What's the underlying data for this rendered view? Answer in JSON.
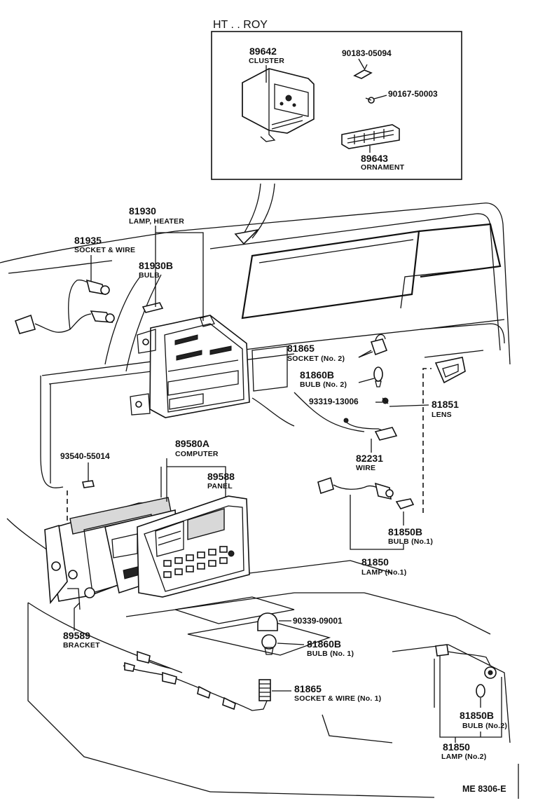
{
  "header": {
    "variant": "HT . . ROY"
  },
  "footer": {
    "code": "ME  8306-E"
  },
  "inset_parts": [
    {
      "number": "89642",
      "name": "CLUSTER"
    },
    {
      "number": "90183-05094",
      "name": ""
    },
    {
      "number": "90167-50003",
      "name": ""
    },
    {
      "number": "89643",
      "name": "ORNAMENT"
    }
  ],
  "parts": [
    {
      "number": "81930",
      "name": "LAMP, HEATER"
    },
    {
      "number": "81935",
      "name": "SOCKET & WIRE"
    },
    {
      "number": "81930B",
      "name": "BULB"
    },
    {
      "number": "81865",
      "name": "SOCKET (No. 2)"
    },
    {
      "number": "81860B",
      "name": "BULB (No. 2)"
    },
    {
      "number": "93319-13006",
      "name": ""
    },
    {
      "number": "81851",
      "name": "LENS"
    },
    {
      "number": "82231",
      "name": "WIRE"
    },
    {
      "number": "93540-55014",
      "name": ""
    },
    {
      "number": "89580A",
      "name": "COMPUTER"
    },
    {
      "number": "89588",
      "name": "PANEL"
    },
    {
      "number": "81850B",
      "name": "BULB (No.1)"
    },
    {
      "number": "81850",
      "name": "LAMP (No.1)"
    },
    {
      "number": "89589",
      "name": "BRACKET"
    },
    {
      "number": "90339-09001",
      "name": ""
    },
    {
      "number": "81860B",
      "name": "BULB (No. 1)"
    },
    {
      "number": "81865",
      "name": "SOCKET & WIRE (No. 1)"
    },
    {
      "number": "81850B",
      "name": "BULB (No.2)"
    },
    {
      "number": "81850",
      "name": "LAMP (No.2)"
    }
  ]
}
